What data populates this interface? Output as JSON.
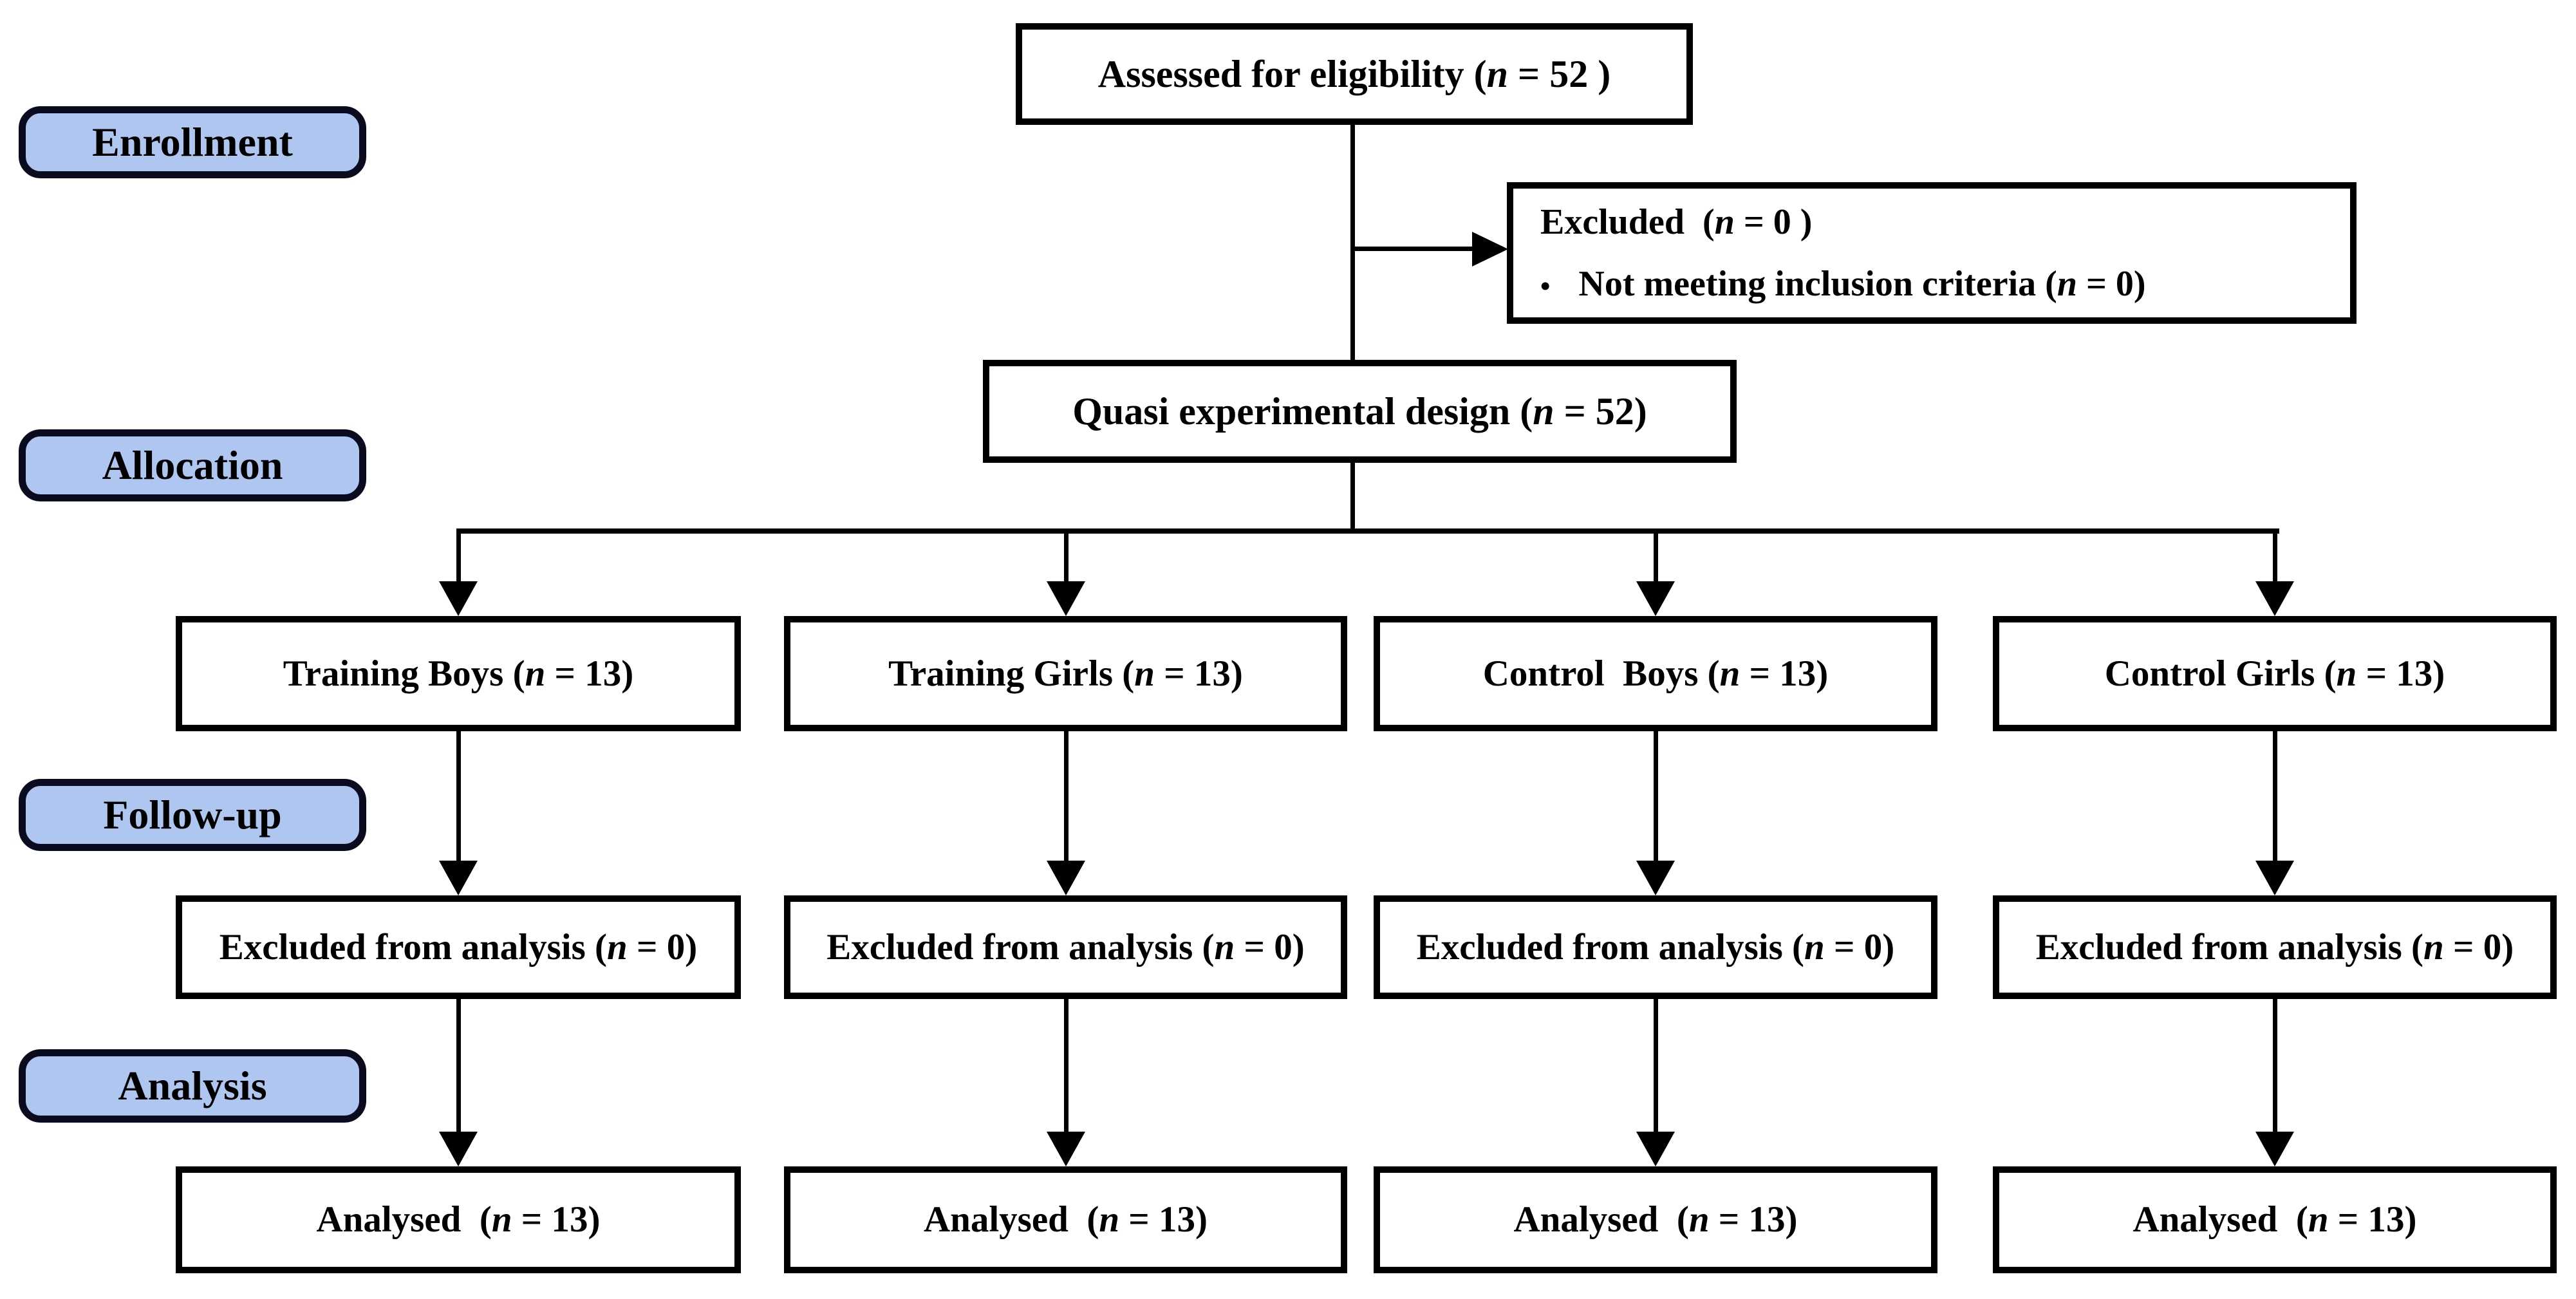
{
  "colors": {
    "stage_fill": "#aec6f0",
    "stage_border": "#0b0b20",
    "box_border": "#000000",
    "background": "#ffffff",
    "text": "#000000"
  },
  "stages": [
    {
      "label": "Enrollment"
    },
    {
      "label": "Allocation"
    },
    {
      "label": "Follow-up"
    },
    {
      "label": "Analysis"
    }
  ],
  "nodes": {
    "assessed": {
      "pre": "Assessed for eligibility (",
      "n": "n",
      "post": " = 52 )"
    },
    "excluded": {
      "line1": {
        "pre": "Excluded  (",
        "n": "n",
        "post": " = 0 )"
      },
      "line2": {
        "bullet": "•",
        "pre": "Not meeting inclusion criteria (",
        "n": "n",
        "post": " = 0)"
      }
    },
    "quasi": {
      "pre": "Quasi experimental design (",
      "n": "n",
      "post": " = 52)"
    },
    "branches": [
      {
        "pre": "Training Boys (",
        "n": "n",
        "post": " = 13)"
      },
      {
        "pre": "Training Girls (",
        "n": "n",
        "post": " = 13)"
      },
      {
        "pre": "Control  Boys (",
        "n": "n",
        "post": " = 13)"
      },
      {
        "pre": "Control Girls (",
        "n": "n",
        "post": " = 13)"
      }
    ],
    "followup_row": [
      {
        "pre": "Excluded from analysis (",
        "n": "n",
        "post": " = 0)"
      },
      {
        "pre": "Excluded from analysis (",
        "n": "n",
        "post": " = 0)"
      },
      {
        "pre": "Excluded from analysis (",
        "n": "n",
        "post": " = 0)"
      },
      {
        "pre": "Excluded from analysis (",
        "n": "n",
        "post": " = 0)"
      }
    ],
    "analysis_row": [
      {
        "pre": "Analysed  (",
        "n": "n",
        "post": " = 13)"
      },
      {
        "pre": "Analysed  (",
        "n": "n",
        "post": " = 13)"
      },
      {
        "pre": "Analysed  (",
        "n": "n",
        "post": " = 13)"
      },
      {
        "pre": "Analysed  (",
        "n": "n",
        "post": " = 13)"
      }
    ]
  }
}
